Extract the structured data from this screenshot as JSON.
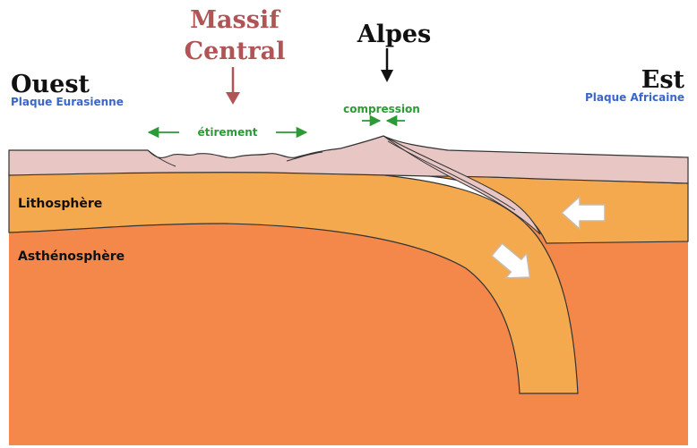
{
  "labels": {
    "west": "Ouest",
    "west_plate": "Plaque Eurasienne",
    "east": "Est",
    "east_plate": "Plaque Africaine",
    "massif_line1": "Massif",
    "massif_line2": "Central",
    "alps": "Alpes",
    "stretching": "étirement",
    "compression": "compression",
    "lithosphere": "Lithosphère",
    "asthenosphere": "Asthénosphère"
  },
  "colors": {
    "crust": "#e7c6c4",
    "lithosphere": "#f4a94e",
    "asthenosphere": "#f4884b",
    "massif_text": "#b05456",
    "plate_text": "#3a66c8",
    "process_text": "#2c9a36"
  }
}
